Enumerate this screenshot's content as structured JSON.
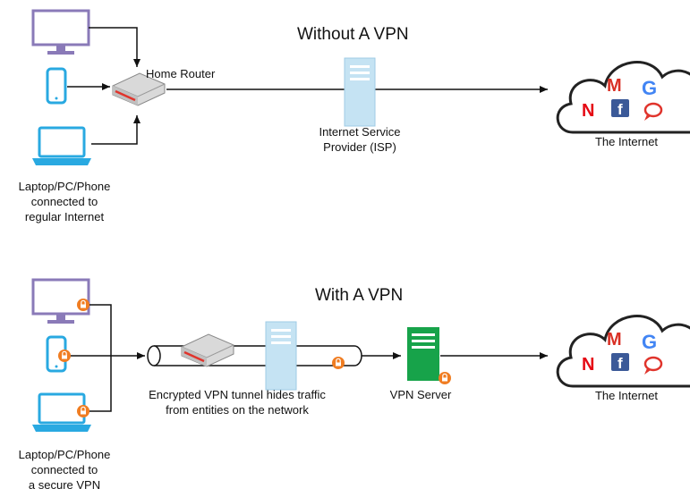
{
  "top": {
    "title": "Without A VPN",
    "router_label": "Home Router",
    "isp_label_line1": "Internet Service",
    "isp_label_line2": "Provider (ISP)",
    "internet_label": "The Internet",
    "device_label_line1": "Laptop/PC/Phone",
    "device_label_line2": "connected to",
    "device_label_line3": "regular Internet"
  },
  "bottom": {
    "title": "With A VPN",
    "tunnel_label_line1": "Encrypted VPN tunnel hides traffic",
    "tunnel_label_line2": "from entities on the network",
    "vpn_server_label": "VPN Server",
    "internet_label": "The Internet",
    "device_label_line1": "Laptop/PC/Phone",
    "device_label_line2": "connected to",
    "device_label_line3": "a secure VPN"
  },
  "cloud_services": {
    "gmail": "M",
    "netflix": "N",
    "facebook": "f",
    "google": "G"
  },
  "colors": {
    "device": "#29a9e1",
    "lock": "#f07d22",
    "router_accent": "#e0342c",
    "isp_server": "#c5e3f3",
    "vpn_server": "#17a34a",
    "gmail": "#d93025",
    "netflix": "#e50914",
    "facebook": "#3b5998",
    "google": "#4285f4"
  }
}
